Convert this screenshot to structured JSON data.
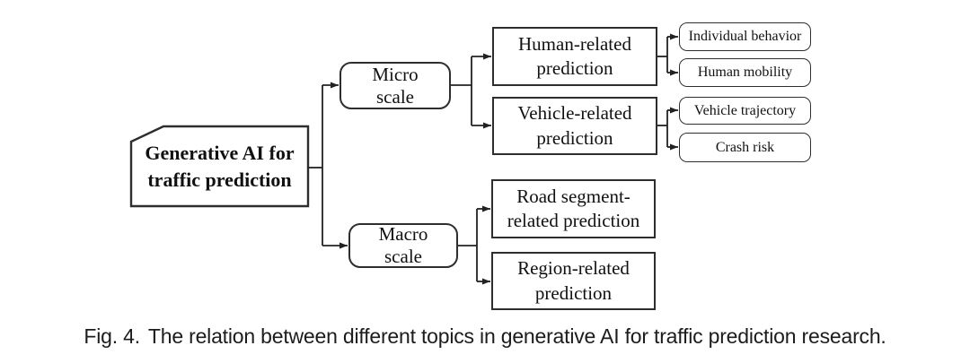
{
  "nodes": {
    "root": {
      "line1": "Generative AI for",
      "line2": "traffic prediction"
    },
    "micro": {
      "line1": "Micro",
      "line2": "scale"
    },
    "macro": {
      "line1": "Macro",
      "line2": "scale"
    },
    "human": {
      "line1": "Human-related",
      "line2": "prediction"
    },
    "vehicle": {
      "line1": "Vehicle-related",
      "line2": "prediction"
    },
    "road": {
      "line1": "Road segment-",
      "line2": "related prediction"
    },
    "region": {
      "line1": "Region-related",
      "line2": "prediction"
    },
    "individual_behavior": {
      "label": "Individual behavior"
    },
    "human_mobility": {
      "label": "Human mobility"
    },
    "vehicle_trajectory": {
      "label": "Vehicle trajectory"
    },
    "crash_risk": {
      "label": "Crash risk"
    }
  },
  "caption": {
    "fig_label": "Fig. 4.",
    "text": "The relation between different topics in generative AI for traffic prediction research."
  },
  "colors": {
    "outline": "#2e2e2e",
    "connector": "#222222",
    "text": "#111111",
    "background": "#ffffff"
  }
}
